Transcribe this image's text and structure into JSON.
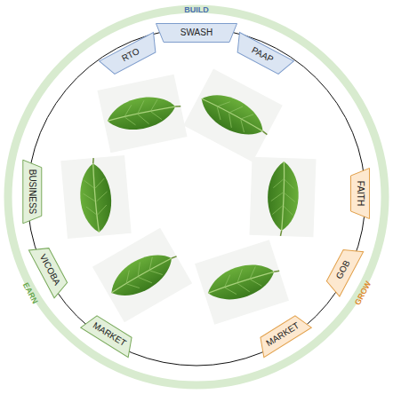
{
  "diagram": {
    "nodes": [
      {
        "text": [
          "RTO"
        ]
      },
      {
        "text": [
          "SWASH"
        ]
      },
      {
        "text": [
          "PAAP"
        ]
      },
      {
        "text": [
          "BUSINESS"
        ]
      },
      {
        "text": [
          "VICOBA"
        ]
      },
      {
        "text": [
          "MARKET"
        ]
      },
      {
        "text": [
          "FAITH"
        ]
      },
      {
        "text": [
          "GOB"
        ]
      },
      {
        "text": [
          "MARKET"
        ]
      }
    ],
    "labels": [
      "BUILD",
      "EARN",
      "GROW"
    ]
  }
}
